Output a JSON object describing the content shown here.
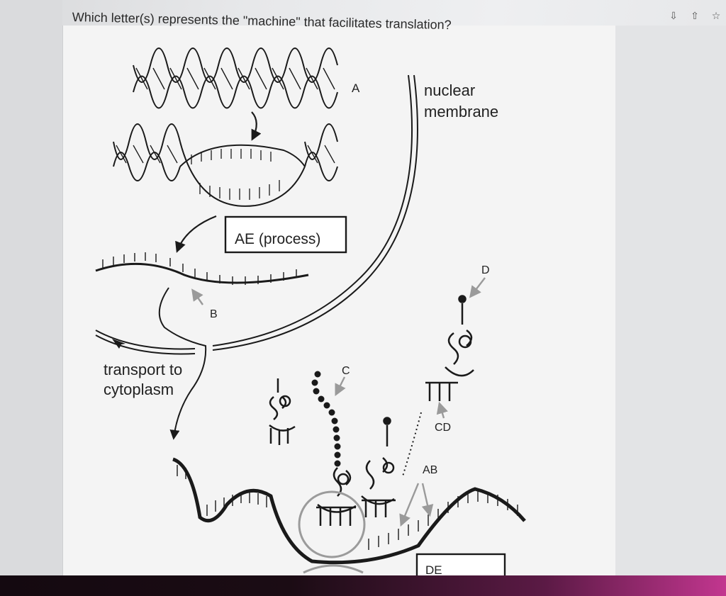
{
  "question": "Which letter(s) represents the \"machine\" that facilitates translation?",
  "toolbar": {
    "download_icon": "download-icon",
    "share_icon": "share-icon",
    "star_icon": "star-icon"
  },
  "labels": {
    "A": "A",
    "nuclear_line1": "nuclear",
    "nuclear_line2": "membrane",
    "process_box": "AE (process)",
    "B": "B",
    "D": "D",
    "C": "C",
    "transport_line1": "transport to",
    "transport_line2": "cytoplasm",
    "CD": "CD",
    "AB": "AB",
    "DE": "DE"
  },
  "colors": {
    "ink": "#1a1a1a",
    "arrow_gray": "#9a9a9a",
    "ribosome_gray": "#9b9b9b",
    "page": "#f4f4f4"
  }
}
